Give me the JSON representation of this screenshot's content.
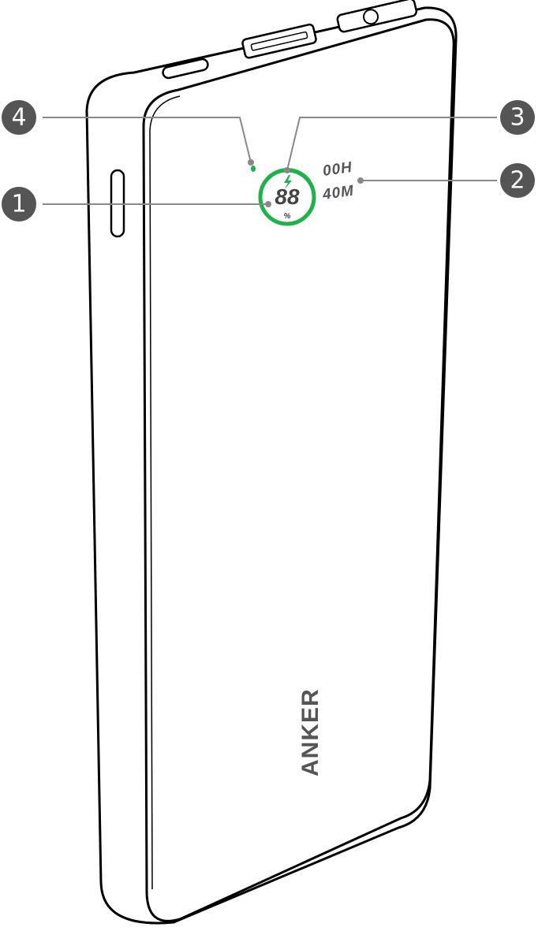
{
  "display": {
    "percent": "88",
    "percent_unit": "%",
    "hours": "00H",
    "minutes": "40M"
  },
  "brand": "ANKER",
  "callouts": [
    "1",
    "2",
    "3",
    "4"
  ],
  "colors": {
    "ring": "#1db34a",
    "indicator_dot": "#1db34a",
    "callout_fill": "#555555",
    "outline": "#000000",
    "leader_line": "#888888"
  },
  "icons": {
    "charging": "lightning-bolt-icon"
  }
}
